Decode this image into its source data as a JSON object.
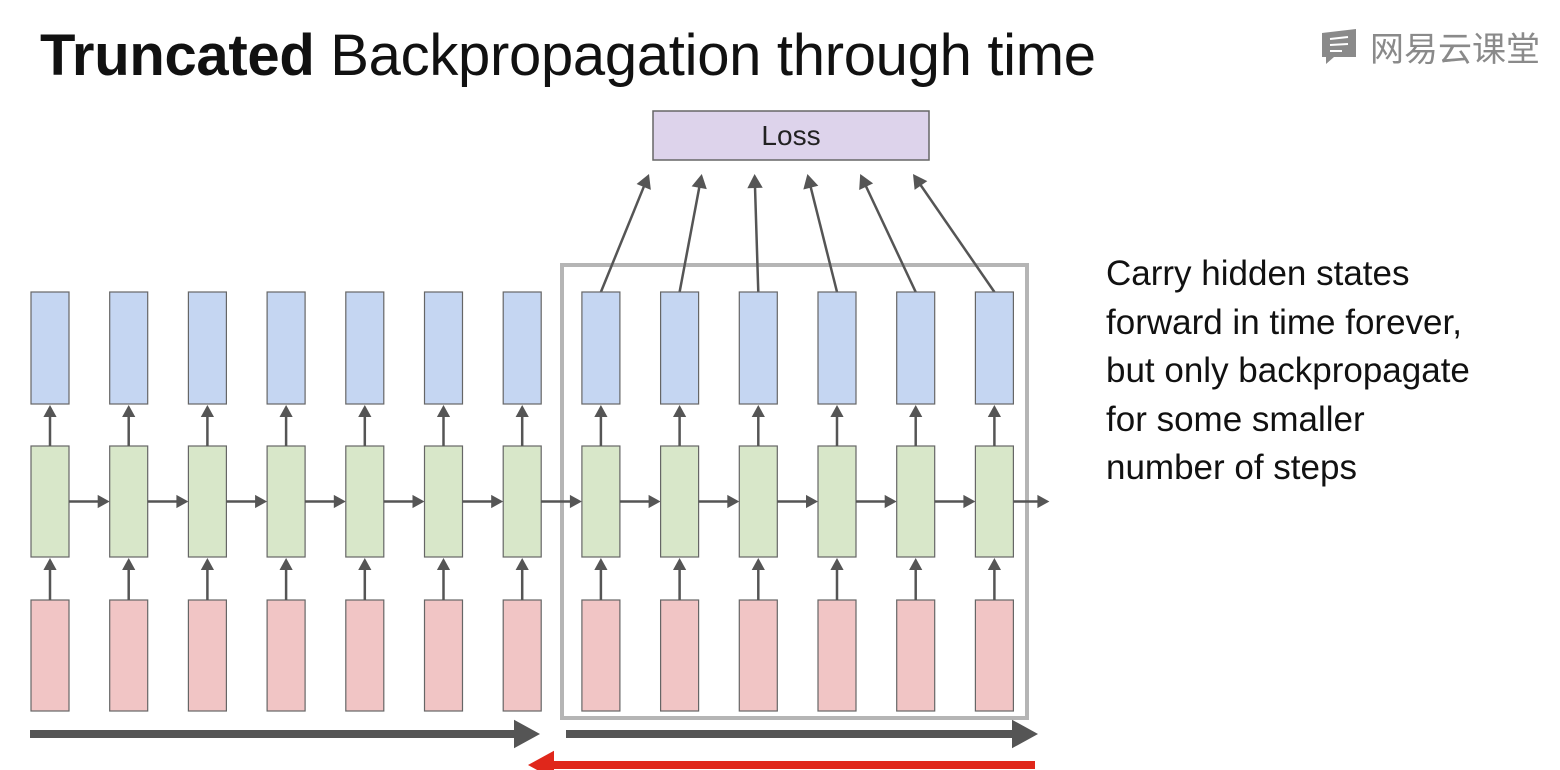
{
  "title": {
    "bold": "Truncated",
    "rest": " Backpropagation through time"
  },
  "watermark": {
    "text": "网易云课堂",
    "logo": "netease-cloud-classroom-logo"
  },
  "diagram": {
    "loss_label": "Loss",
    "timesteps": 13,
    "window_timesteps": 6,
    "colors": {
      "output": "#c5d6f2",
      "hidden": "#d8e7c9",
      "input": "#f1c5c5",
      "loss": "#ddd3eb",
      "box_stroke": "#666666",
      "arrow": "#555555",
      "window": "#b5b5b5",
      "timeline": "#555555",
      "backprop": "#e0271b"
    }
  },
  "note": {
    "lines": [
      "Carry hidden states",
      "forward in time forever,",
      "but only backpropagate",
      "for some smaller",
      "number of steps"
    ]
  }
}
